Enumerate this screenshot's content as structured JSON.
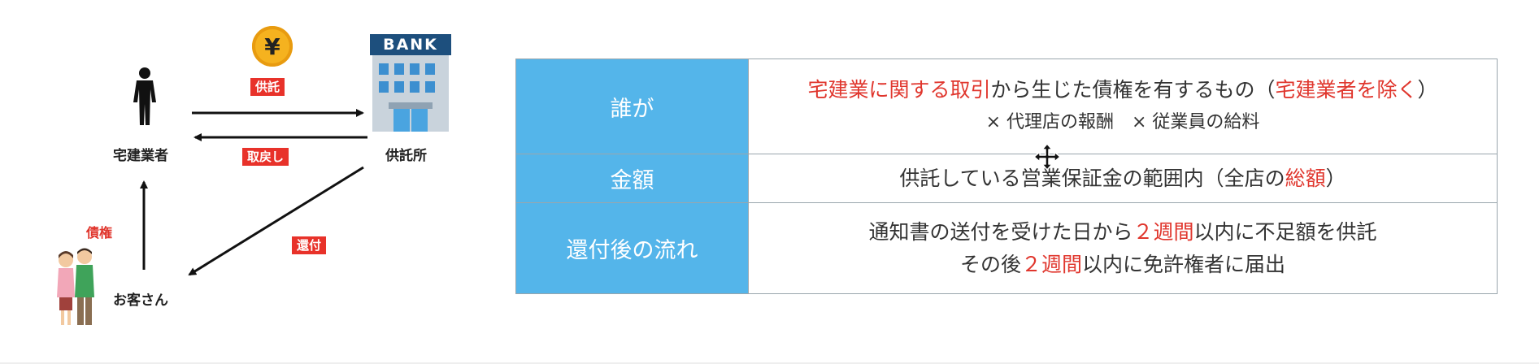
{
  "diagram": {
    "dealer_label": "宅建業者",
    "office_label": "供託所",
    "customer_label": "お客さん",
    "bank_sign": "BANK",
    "yen_symbol": "¥",
    "deposit_label": "供託",
    "takeback_label": "取戻し",
    "refund_label": "還付",
    "claim_label": "債権"
  },
  "table": {
    "rows": [
      {
        "head": "誰が",
        "line1": {
          "a": "宅建業に関する取引",
          "b": "から生じた債権を有するもの（",
          "c": "宅建業者を除く",
          "d": "）"
        },
        "line2": "× 代理店の報酬　× 従業員の給料"
      },
      {
        "head": "金額",
        "line1": {
          "a": "供託している営業保証金の範囲内（全店の",
          "b": "総額",
          "c": "）"
        }
      },
      {
        "head": "還付後の流れ",
        "line1": {
          "a": "通知書の送付を受けた日から",
          "b": "２週間",
          "c": "以内に不足額を供託"
        },
        "line2": {
          "a": "その後",
          "b": "２週間",
          "c": "以内に免許権者に届出"
        }
      }
    ]
  },
  "colors": {
    "header_blue": "#54b5ea",
    "highlight_red": "#e0362d",
    "tag_red": "#e8322a"
  }
}
